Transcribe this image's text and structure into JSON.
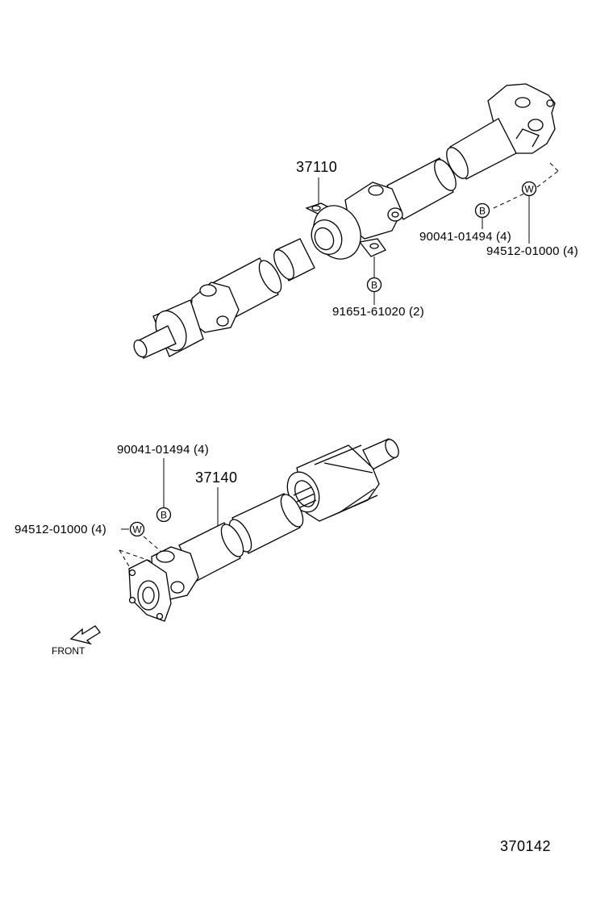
{
  "diagram_id": "370142",
  "front_label": "FRONT",
  "upper_assembly": {
    "part_number": "37110",
    "callouts": [
      {
        "symbol": "B",
        "part": "90041-01494 (4)"
      },
      {
        "symbol": "W",
        "part": "94512-01000 (4)"
      },
      {
        "symbol": "B",
        "part": "91651-61020 (2)"
      }
    ]
  },
  "lower_assembly": {
    "part_number": "37140",
    "callouts": [
      {
        "symbol": "B",
        "part": "90041-01494 (4)"
      },
      {
        "symbol": "W",
        "part": "94512-01000 (4)"
      }
    ]
  }
}
